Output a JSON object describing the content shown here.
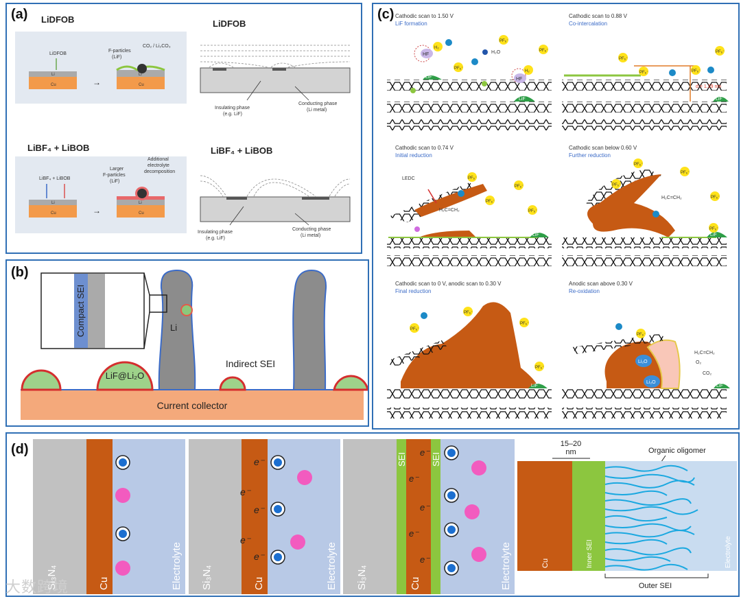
{
  "labels": {
    "a": "(a)",
    "b": "(b)",
    "c": "(c)",
    "d": "(d)"
  },
  "a": {
    "top_title": "LiDFOB",
    "top_title_right": "LiDFOB",
    "bottom_title": "LiBF₄ + LiBOB",
    "bottom_title_right": "LiBF₄ + LiBOB",
    "top_left": {
      "arrow_label": "LiDFOB",
      "li": "Li",
      "cu": "Cu",
      "particles": "F-particles",
      "particles2": "(LiF)",
      "co2": "CO₂ / Li₂CO₃",
      "li2": "Li",
      "cu2": "Cu"
    },
    "bottom_left": {
      "arrow_label": "LiBF₄ + LiBOB",
      "li": "Li",
      "cu": "Cu",
      "larger": "Larger",
      "particles": "F-particles",
      "particles2": "(LiF)",
      "add1": "Additional",
      "add2": "electrolyte",
      "add3": "decomposition",
      "li2": "Li",
      "cu2": "Cu"
    },
    "insulating": "Insulating phase",
    "insulating2": "(e.g. LiF)",
    "conducting": "Conducting phase",
    "conducting2": "(Li metal)"
  },
  "b": {
    "compact": "Compact SEI",
    "li": "Li",
    "lif": "LiF@Li₂O",
    "indirect": "Indirect SEI",
    "collector": "Current collector"
  },
  "c": {
    "panels": [
      {
        "scan": "Cathodic scan to 1.50 V",
        "stage": "LiF formation"
      },
      {
        "scan": "Cathodic scan to 0.88 V",
        "stage": "Co-intercalation"
      },
      {
        "scan": "Cathodic scan to 0.74 V",
        "stage": "Initial reduction"
      },
      {
        "scan": "Cathodic scan below 0.60 V",
        "stage": "Further reduction"
      },
      {
        "scan": "Cathodic scan to 0 V, anodic scan to 0.30 V",
        "stage": "Final reduction"
      },
      {
        "scan": "Anodic scan above 0.30 V",
        "stage": "Re-oxidation"
      }
    ],
    "pf6": "PF₆⁻",
    "lif": "LiF",
    "hf": "HF",
    "h2": "H₂",
    "h2o": "H₂O",
    "distance": "d = 1.39 nm",
    "ledc": "LEDC",
    "ethylene": "H₂C=CH₂",
    "li2o": "Li₂O",
    "o2": "O₂",
    "co2": "CO₂"
  },
  "d": {
    "si3n4": "Si₃N₄",
    "cu": "Cu",
    "electrolyte": "Electrolyte",
    "sei": "SEI",
    "electron": "e⁻",
    "range": "15–20",
    "nm": "nm",
    "oligomer": "Organic oligomer",
    "inner": "Inner SEI",
    "outer": "Outer SEI"
  },
  "watermark": "大数跨境",
  "colors": {
    "border": "#2f6fb5",
    "copper": "#c65a14",
    "sei_green": "#8cc63f",
    "electrolyte": "#b8c9e6",
    "lif_green": "#2e9e47",
    "collector": "#f4a97b"
  }
}
